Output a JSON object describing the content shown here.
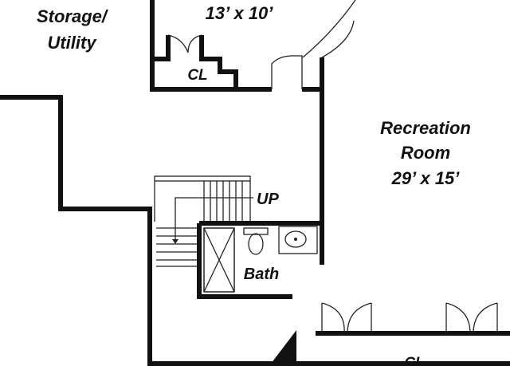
{
  "plan": {
    "storage_label_line1": "Storage/",
    "storage_label_line2": "Utility",
    "top_room_dims": "13’ x 10’",
    "closet_top_label": "CL",
    "recreation_label_line1": "Recreation",
    "recreation_label_line2": "Room",
    "recreation_dims": "29’ x 15’",
    "stairs_label": "UP",
    "bath_label": "Bath",
    "closet_bottom_label": "CL"
  },
  "colors": {
    "wall": "#111111",
    "background": "#ffffff"
  }
}
